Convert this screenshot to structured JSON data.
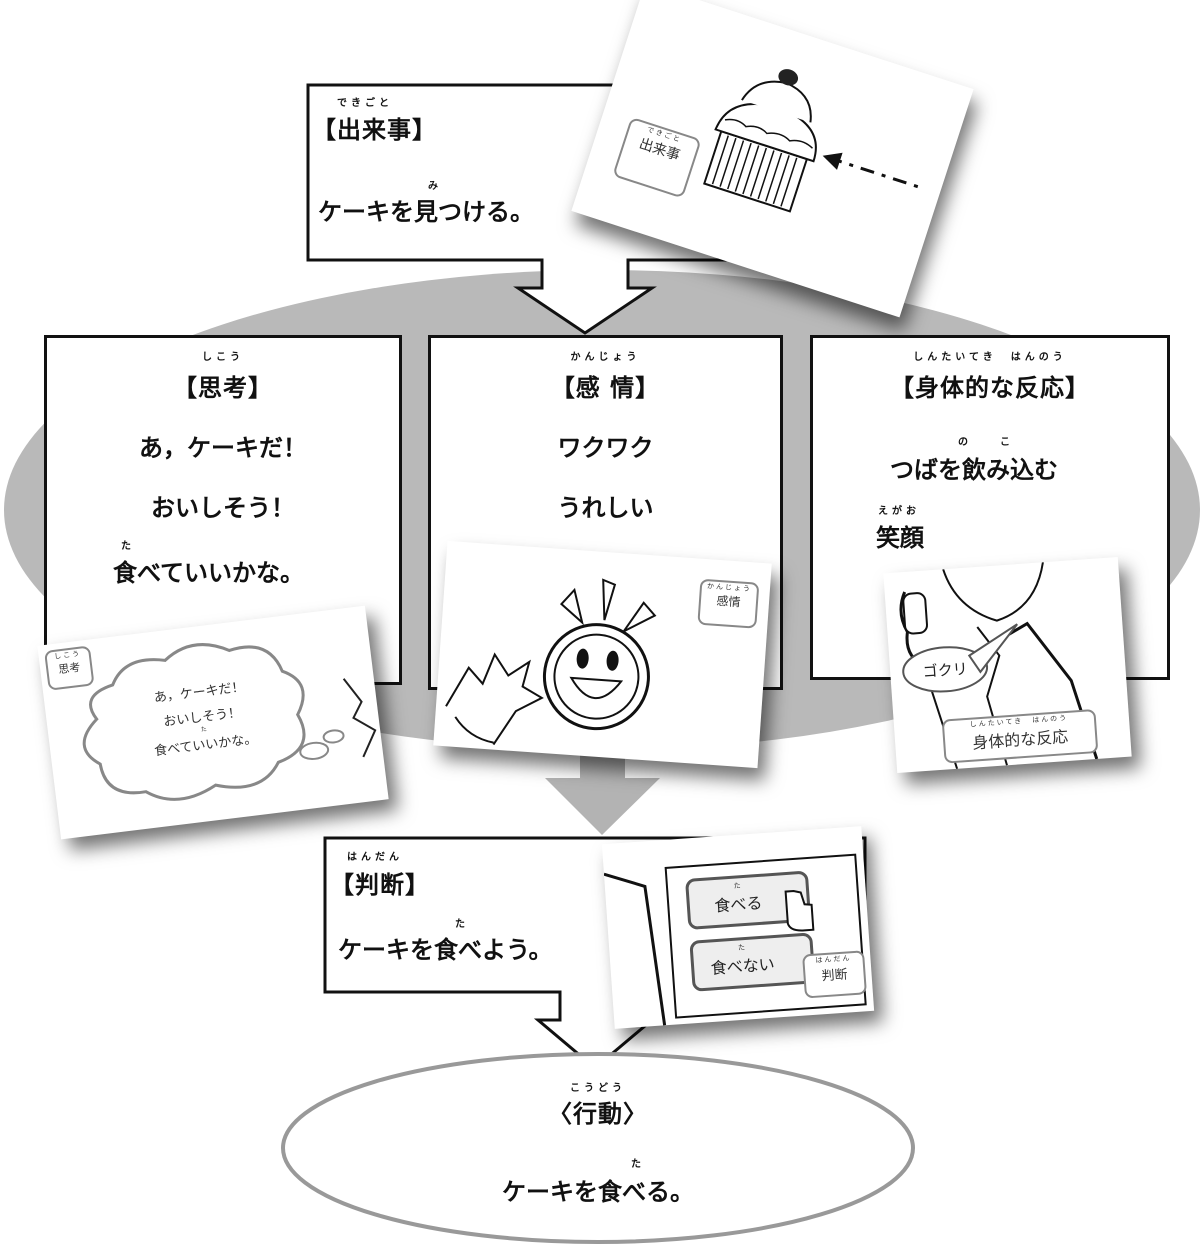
{
  "event": {
    "ruby": "できごと",
    "title": "【出来事】",
    "ruby2": "み",
    "text": "ケーキを見つける。",
    "photo_tag_ruby": "できごと",
    "photo_tag": "出来事"
  },
  "thought": {
    "ruby": "しこう",
    "title": "【思考】",
    "lines": [
      "あ，ケーキだ！",
      "おいしそう！",
      "食べていいかな。"
    ],
    "ruby_line3": "た",
    "photo_tag_ruby": "しこう",
    "photo_tag": "思考",
    "bubble_lines": [
      "あ，ケーキだ！",
      "おいしそう！",
      "食べていいかな。"
    ],
    "bubble_ruby": "た"
  },
  "emotion": {
    "ruby": "かんじょう",
    "title": "【感 情】",
    "lines": [
      "ワクワク",
      "うれしい"
    ],
    "photo_tag_ruby": "かんじょう",
    "photo_tag": "感情"
  },
  "body_reaction": {
    "ruby": "しんたいてき　はんのう",
    "title": "【身体的な反応】",
    "ruby_line1": "の　　こ",
    "line1": "つばを飲み込む",
    "ruby_line2": "えがお",
    "line2": "笑顔",
    "speech": "ゴクリ",
    "photo_tag_ruby": "しんたいてき　はんのう",
    "photo_tag": "身体的な反応"
  },
  "judgment": {
    "ruby": "はんだん",
    "title": "【判断】",
    "ruby_line": "た",
    "text": "ケーキを食べよう。",
    "btn1_ruby": "た",
    "btn1": "食べる",
    "btn2_ruby": "た",
    "btn2": "食べない",
    "photo_tag_ruby": "はんだん",
    "photo_tag": "判断"
  },
  "action": {
    "ruby": "こうどう",
    "title": "〈行動〉",
    "ruby_line": "た",
    "text": "ケーキを食べる。"
  }
}
